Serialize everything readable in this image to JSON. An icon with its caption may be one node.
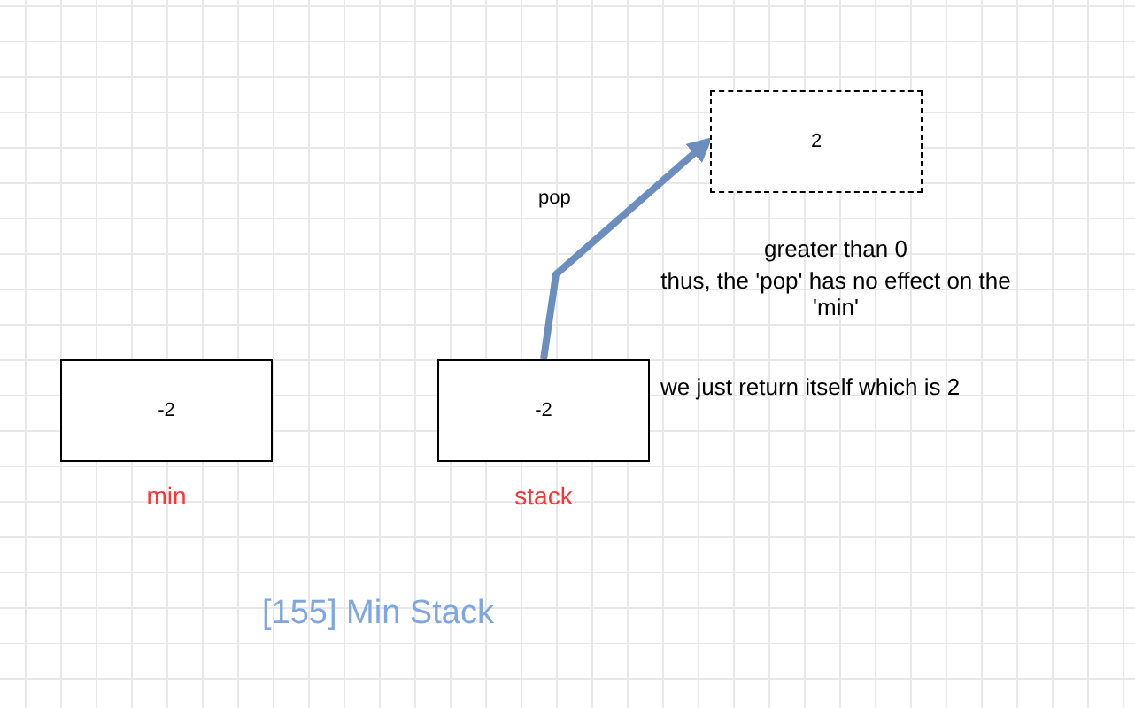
{
  "diagram": {
    "title": "[155] Min Stack",
    "nodes": [
      {
        "text": [
          "-2"
        ],
        "beside": [
          "min"
        ]
      },
      {
        "text": [
          "-2"
        ],
        "beside": [
          "stack"
        ]
      },
      {
        "text": [
          "2"
        ]
      }
    ],
    "edges": [
      {
        "from": 1,
        "to": 2,
        "arrow": "to",
        "label": "pop",
        "color": "#6c8ebf"
      }
    ],
    "labels": [
      "greater than 0",
      "thus, the 'pop' has no effect on the 'min'",
      "we just return itself which is 2"
    ]
  }
}
